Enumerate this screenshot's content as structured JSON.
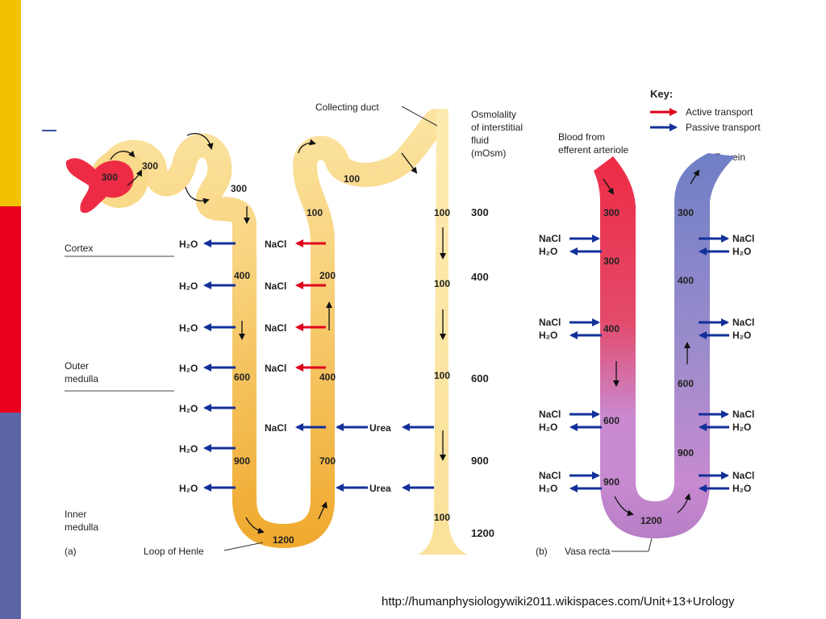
{
  "colors": {
    "stripe_yellow": "#f2c200",
    "stripe_red": "#e8001c",
    "stripe_blue": "#5c64a6",
    "active_arrow": "#e0001b",
    "passive_arrow": "#13309a",
    "nephron_light": "#fbe6a2",
    "nephron_dark": "#f0b03a",
    "blood_red": "#ee2b45",
    "blood_blue": "#7a86c8",
    "blood_purple": "#c88ad0"
  },
  "source_url": "http://humanphysiologywiki2011.wikispaces.com/Unit+13+Urology",
  "panel_a": {
    "label": "(a)",
    "collecting_duct": "Collecting duct",
    "loop_of_henle": "Loop of Henle",
    "osmolality_header": [
      "Osmolality",
      "of interstitial",
      "fluid",
      "(mOsm)"
    ],
    "regions": {
      "cortex": "Cortex",
      "outer": [
        "Outer",
        "medulla"
      ],
      "inner": [
        "Inner",
        "medulla"
      ]
    },
    "scale": [
      "300",
      "400",
      "600",
      "900",
      "1200"
    ],
    "glomerulus_value": "300",
    "tubule_values": {
      "pct1": "300",
      "pct2": "300",
      "descending": [
        "400",
        "600",
        "900"
      ],
      "bottom": "1200",
      "ascending": [
        "700",
        "400",
        "200",
        "100"
      ],
      "dct": "100",
      "duct": [
        "100",
        "100",
        "100",
        "100"
      ]
    },
    "labels": {
      "h2o": "H₂O",
      "nacl": "NaCl",
      "urea": "Urea"
    }
  },
  "panel_b": {
    "label": "(b)",
    "key_title": "Key:",
    "key_active": "Active transport",
    "key_passive": "Passive transport",
    "blood_from": [
      "Blood from",
      "efferent arteriole"
    ],
    "to_vein": "To vein",
    "vasa_recta": "Vasa recta",
    "left_values": [
      "300",
      "300",
      "400",
      "600",
      "900"
    ],
    "bottom_value": "1200",
    "right_values": [
      "300",
      "400",
      "600",
      "900"
    ],
    "labels": {
      "h2o": "H₂O",
      "nacl": "NaCl"
    }
  }
}
